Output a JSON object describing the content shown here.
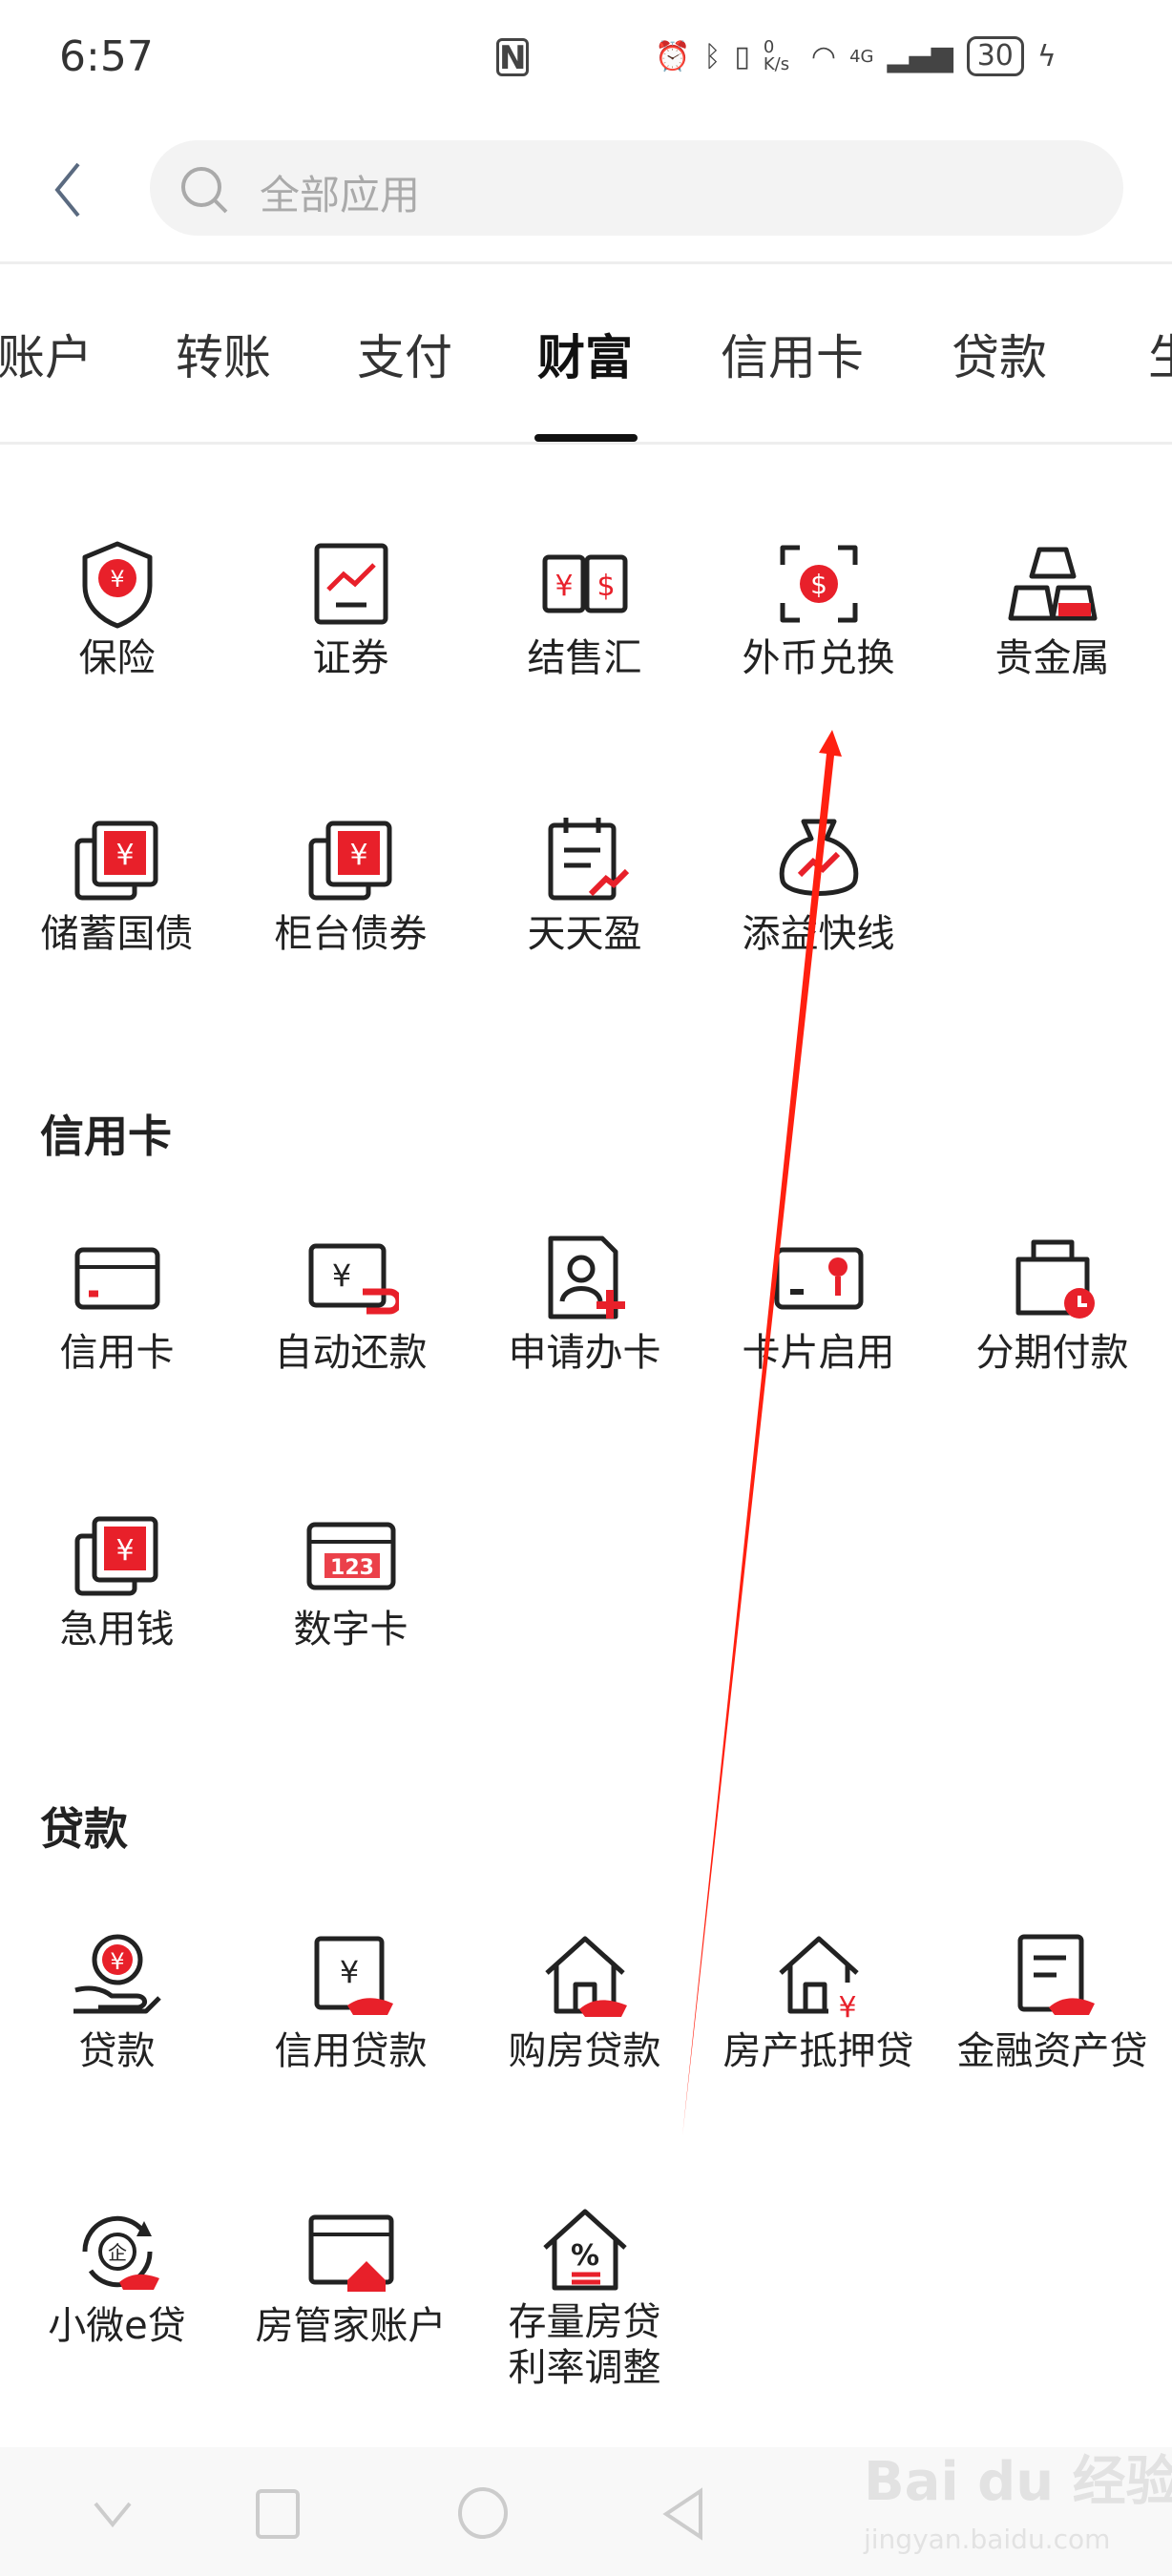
{
  "status_bar": {
    "time": "6:57",
    "nfc": "N",
    "speed": "0 K/s",
    "network": "4G",
    "battery": "30"
  },
  "search": {
    "placeholder": "全部应用"
  },
  "tabs": [
    {
      "label": "账户"
    },
    {
      "label": "转账"
    },
    {
      "label": "支付"
    },
    {
      "label": "财富",
      "active": true
    },
    {
      "label": "信用卡"
    },
    {
      "label": "贷款"
    },
    {
      "label": "生"
    }
  ],
  "wealth": {
    "items": [
      {
        "label": "保险",
        "icon": "shield-yen"
      },
      {
        "label": "证券",
        "icon": "stock-chart"
      },
      {
        "label": "结售汇",
        "icon": "yen-dollar-exchange"
      },
      {
        "label": "外币兑换",
        "icon": "dollar-scan"
      },
      {
        "label": "贵金属",
        "icon": "gold-bars"
      },
      {
        "label": "储蓄国债",
        "icon": "yen-stack"
      },
      {
        "label": "柜台债券",
        "icon": "yen-stack"
      },
      {
        "label": "天天盈",
        "icon": "calendar-trend"
      },
      {
        "label": "添益快线",
        "icon": "money-bag"
      }
    ]
  },
  "credit": {
    "title": "信用卡",
    "items": [
      {
        "label": "信用卡",
        "icon": "credit-card"
      },
      {
        "label": "自动还款",
        "icon": "yen-card-return"
      },
      {
        "label": "申请办卡",
        "icon": "apply-user"
      },
      {
        "label": "卡片启用",
        "icon": "card-key"
      },
      {
        "label": "分期付款",
        "icon": "bag-clock"
      },
      {
        "label": "急用钱",
        "icon": "yen-stack"
      },
      {
        "label": "数字卡",
        "icon": "digital-card",
        "card_text": "123"
      }
    ]
  },
  "loan": {
    "title": "贷款",
    "items": [
      {
        "label": "贷款",
        "icon": "hand-yen"
      },
      {
        "label": "信用贷款",
        "icon": "yen-doc-hand"
      },
      {
        "label": "购房贷款",
        "icon": "house-hand"
      },
      {
        "label": "房产抵押贷",
        "icon": "house-yen"
      },
      {
        "label": "金融资产贷",
        "icon": "doc-hand"
      },
      {
        "label": "小微e贷",
        "icon": "enterprise-cycle",
        "glyph": "企"
      },
      {
        "label": "房管家账户",
        "icon": "window-house"
      },
      {
        "label": "存量房贷\n利率调整",
        "label_lines": [
          "存量房贷",
          "利率调整"
        ],
        "icon": "house-percent"
      }
    ]
  },
  "watermark": {
    "brand": "Bai du 经验",
    "url": "jingyan.baidu.com"
  },
  "colors": {
    "accent": "#e8202a",
    "annotation": "#ff2010",
    "text": "#222222",
    "nav_bg": "#f8f8f8"
  }
}
